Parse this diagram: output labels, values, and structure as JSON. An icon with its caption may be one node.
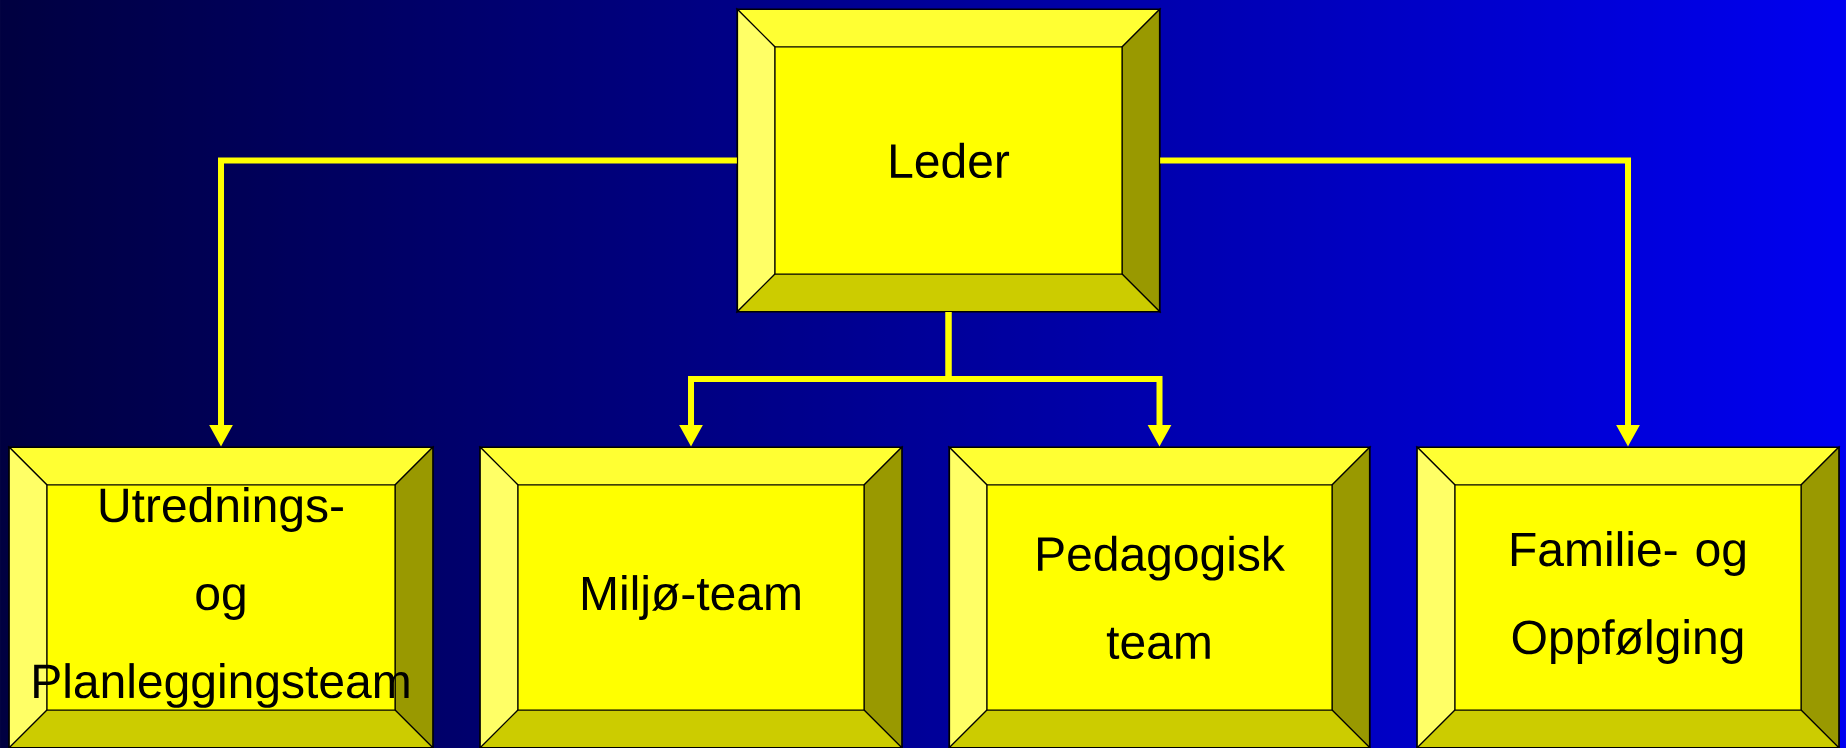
{
  "diagram": {
    "nodes": [
      {
        "text": [
          "Leder"
        ]
      },
      {
        "text": [
          "Utrednings- og Planleggingsteam"
        ]
      },
      {
        "text": [
          "Miljø-team"
        ]
      },
      {
        "text": [
          "Pedagogisk team"
        ]
      },
      {
        "text": [
          "Familie- og Oppfølging"
        ]
      }
    ],
    "edges": [
      {
        "from": 0,
        "to": 1,
        "arrow": "to"
      },
      {
        "from": 0,
        "to": 2,
        "arrow": "to"
      },
      {
        "from": 0,
        "to": 3,
        "arrow": "to"
      },
      {
        "from": 0,
        "to": 4,
        "arrow": "to"
      }
    ]
  }
}
